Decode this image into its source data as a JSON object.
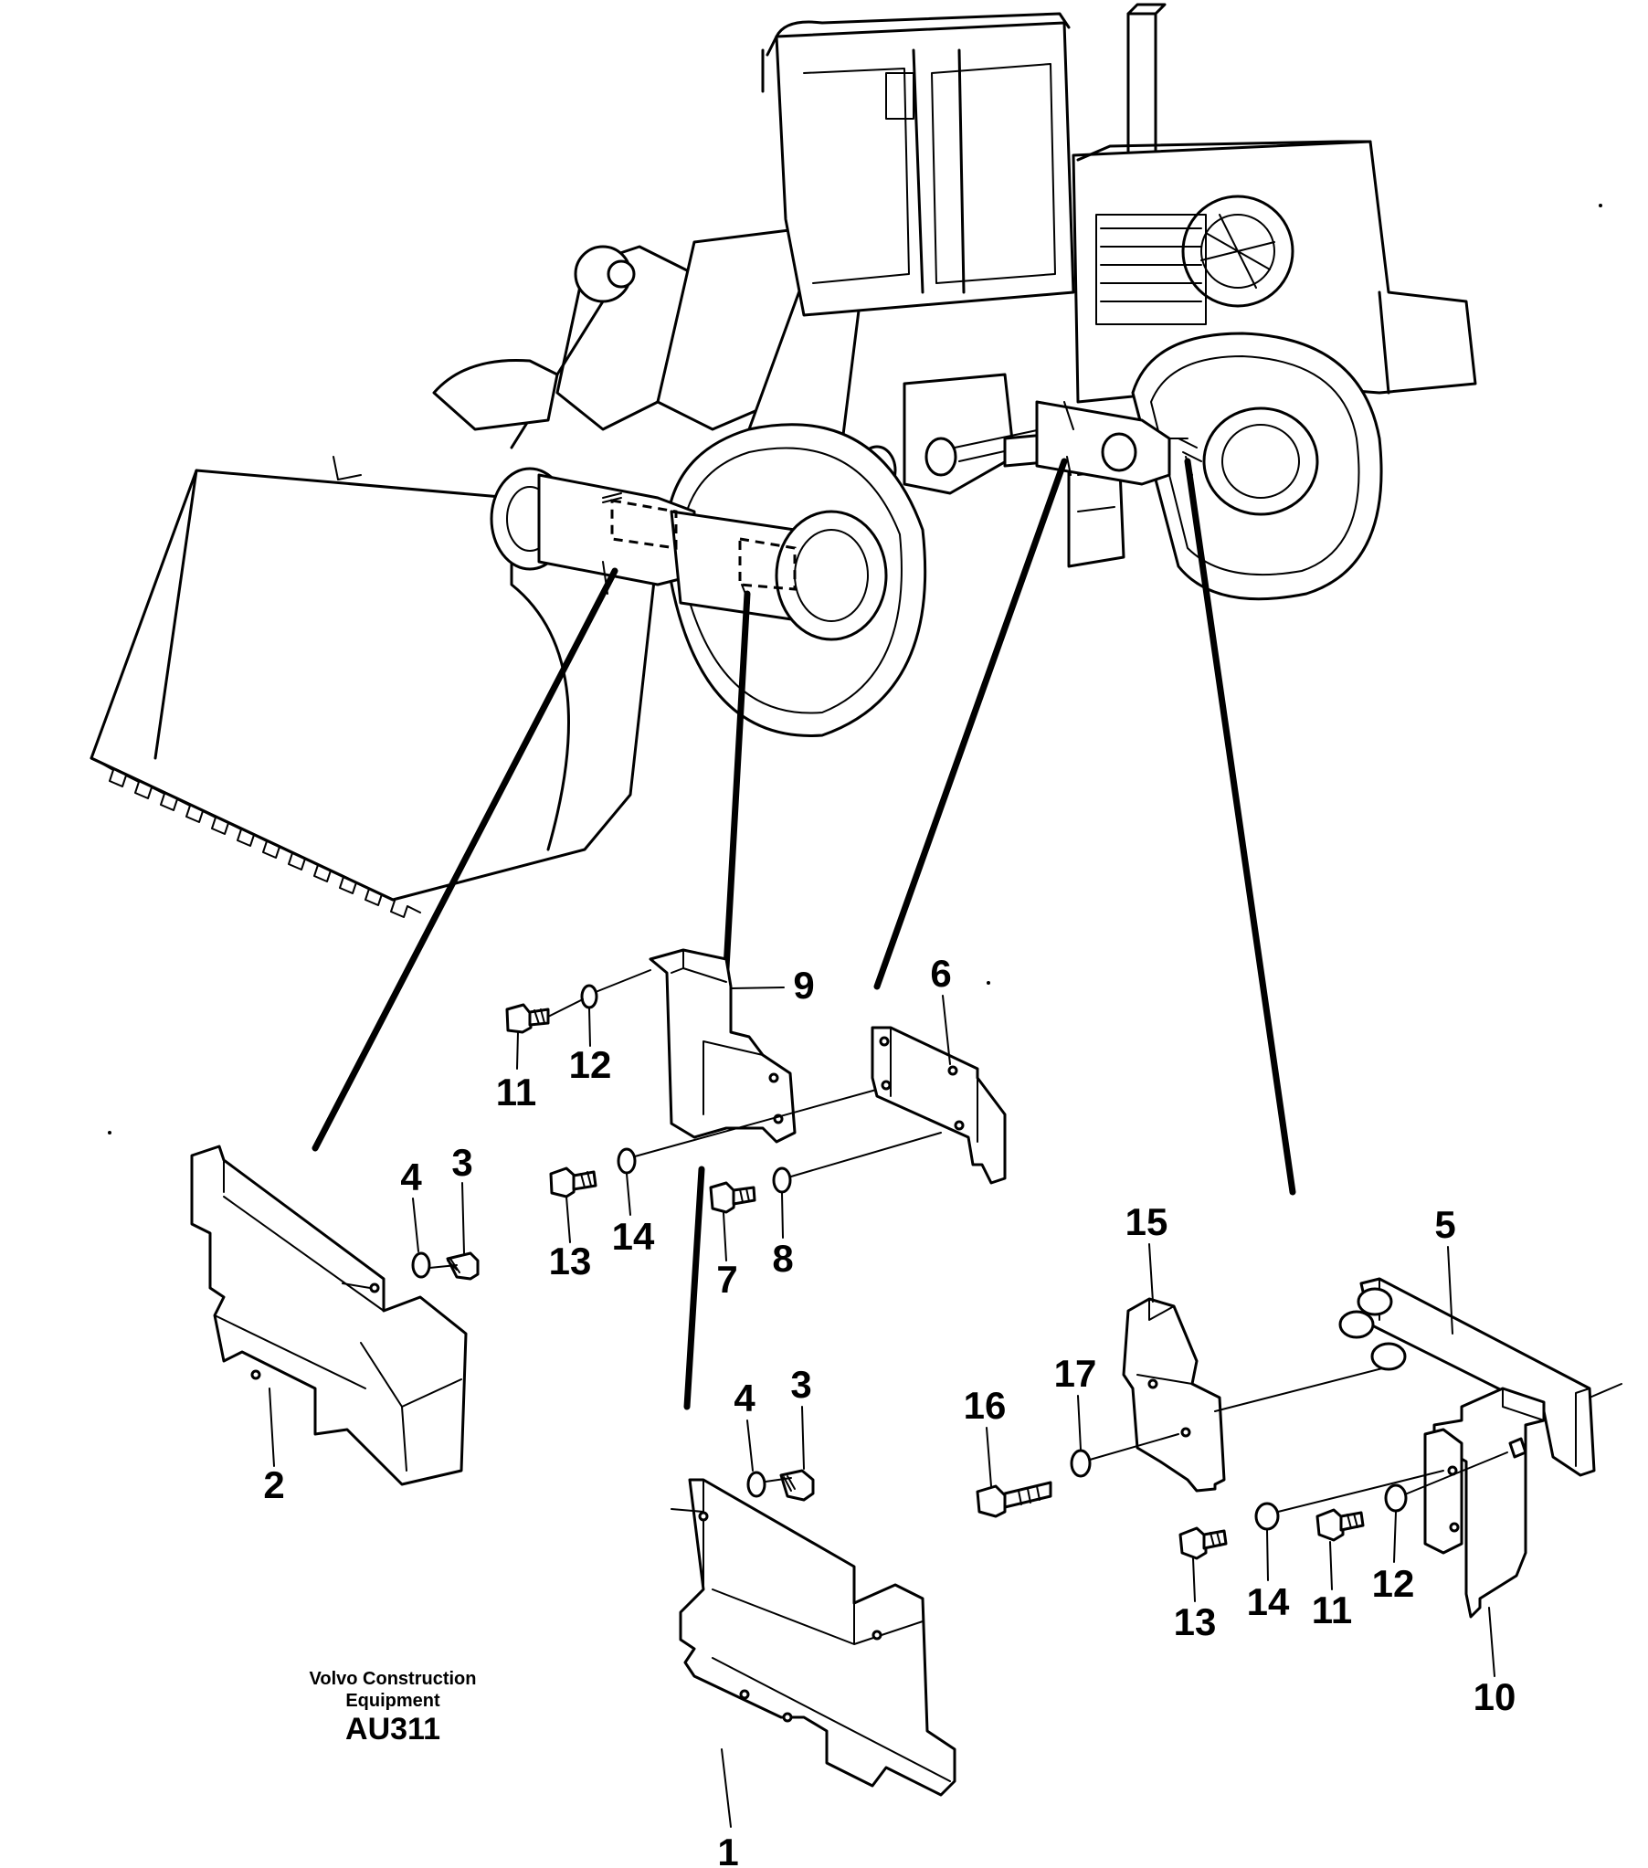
{
  "caption": {
    "company_line1": "Volvo Construction",
    "company_line2": "Equipment",
    "code": "AU311"
  },
  "callouts": {
    "c1": "1",
    "c2": "2",
    "c3a": "3",
    "c3b": "3",
    "c4a": "4",
    "c4b": "4",
    "c5": "5",
    "c6": "6",
    "c7": "7",
    "c8": "8",
    "c9": "9",
    "c10": "10",
    "c11a": "11",
    "c11b": "11",
    "c12a": "12",
    "c12b": "12",
    "c13a": "13",
    "c13b": "13",
    "c14a": "14",
    "c14b": "14",
    "c15": "15",
    "c16": "16",
    "c17": "17"
  }
}
